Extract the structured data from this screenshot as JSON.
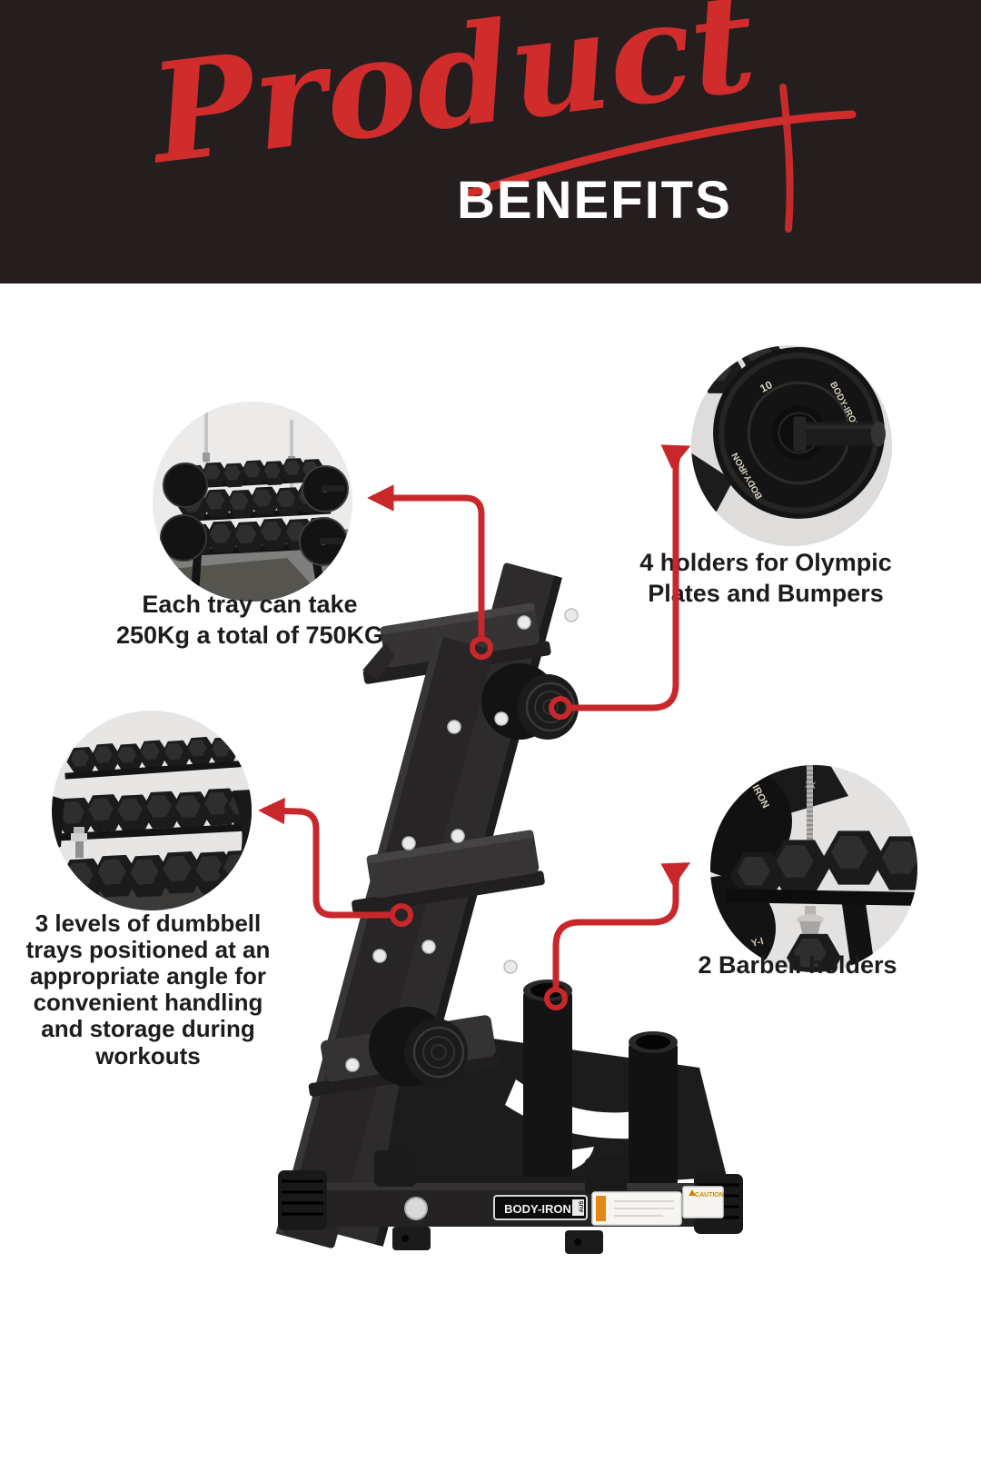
{
  "header": {
    "script_title": "Product",
    "main_title": "BENEFITS",
    "bg_color": "#241f1e",
    "script_color": "#d02c2c",
    "title_color": "#ffffff"
  },
  "accent": {
    "connector_red": "#c8272b"
  },
  "callouts": [
    {
      "id": "tray-capacity",
      "caption": "Each tray can take 250Kg a total of 750KG",
      "photo": "dumbbell-rack-loaded-full-view"
    },
    {
      "id": "olympic-plate-holders",
      "caption": "4 holders for Olympic Plates and Bumpers",
      "photo": "olympic-plate-on-holder-closeup"
    },
    {
      "id": "dumbbell-tray-levels",
      "caption": "3 levels of dumbbell trays positioned at an appropriate angle for convenient handling and storage during workouts",
      "photo": "dumbbell-tray-rows-closeup"
    },
    {
      "id": "barbell-holders",
      "caption": "2 Barbell holders",
      "photo": "barbell-holder-dumbbells-closeup"
    }
  ],
  "product": {
    "brand_label": "BODY-IRON",
    "brand_suffix": "AUS",
    "caution_label": "CAUTION",
    "plate_brand": "BODY-IRON",
    "plate_brand_2": "BODY-IRON",
    "plate_weight": "10",
    "photo_fragment_1": "IRON",
    "photo_fragment_2": "Y-I",
    "photo_fragment_3": "1K"
  }
}
